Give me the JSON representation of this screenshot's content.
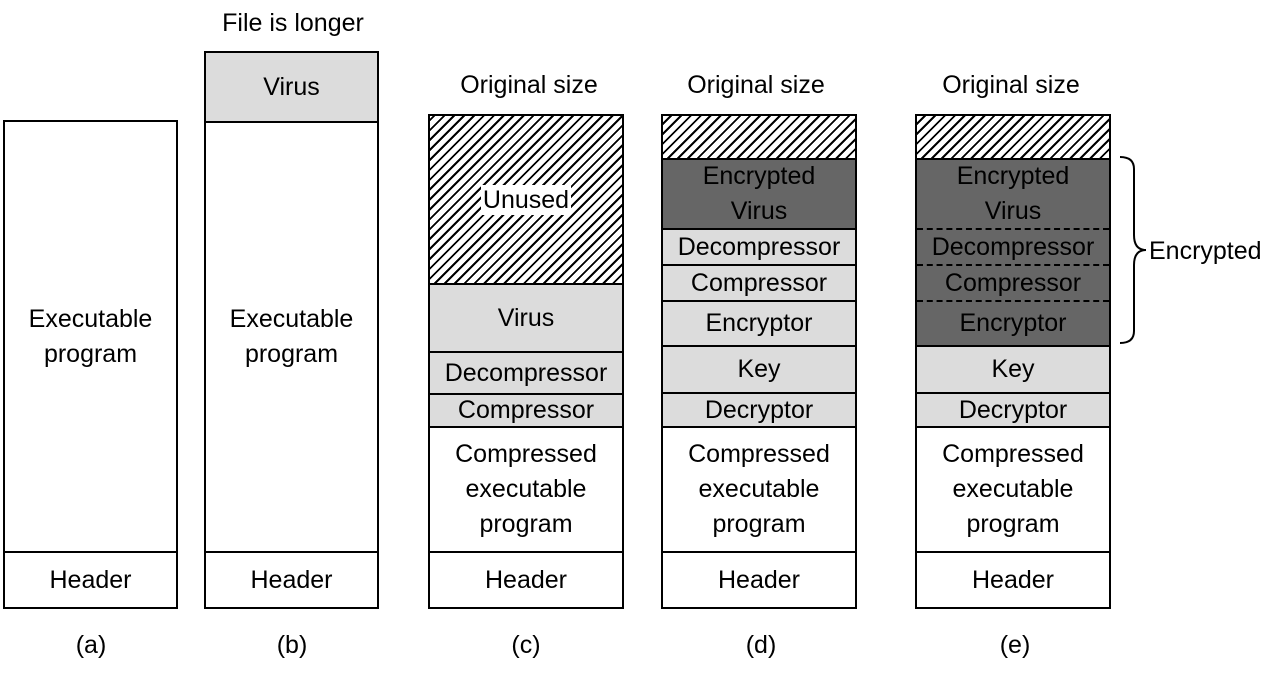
{
  "columns": {
    "a": {
      "caption": "(a)",
      "executable": "Executable\nprogram",
      "header": "Header"
    },
    "b": {
      "top_label": "File is longer",
      "virus": "Virus",
      "executable": "Executable\nprogram",
      "header": "Header",
      "caption": "(b)"
    },
    "c": {
      "top_label": "Original size",
      "unused": "Unused",
      "virus": "Virus",
      "decompressor": "Decompressor",
      "compressor": "Compressor",
      "compressed": "Compressed\nexecutable\nprogram",
      "header": "Header",
      "caption": "(c)"
    },
    "d": {
      "top_label": "Original size",
      "encrypted_virus": "Encrypted\nVirus",
      "decompressor": "Decompressor",
      "compressor": "Compressor",
      "encryptor": "Encryptor",
      "key": "Key",
      "decryptor": "Decryptor",
      "compressed": "Compressed\nexecutable\nprogram",
      "header": "Header",
      "caption": "(d)"
    },
    "e": {
      "top_label": "Original size",
      "encrypted_virus": "Encrypted\nVirus",
      "decompressor": "Decompressor",
      "compressor": "Compressor",
      "encryptor": "Encryptor",
      "key": "Key",
      "decryptor": "Decryptor",
      "compressed": "Compressed\nexecutable\nprogram",
      "header": "Header",
      "caption": "(e)",
      "brace_label": "Encrypted"
    }
  },
  "colors": {
    "light_fill": "#dcdcdc",
    "dark_fill": "#666666",
    "outline": "#000000"
  }
}
